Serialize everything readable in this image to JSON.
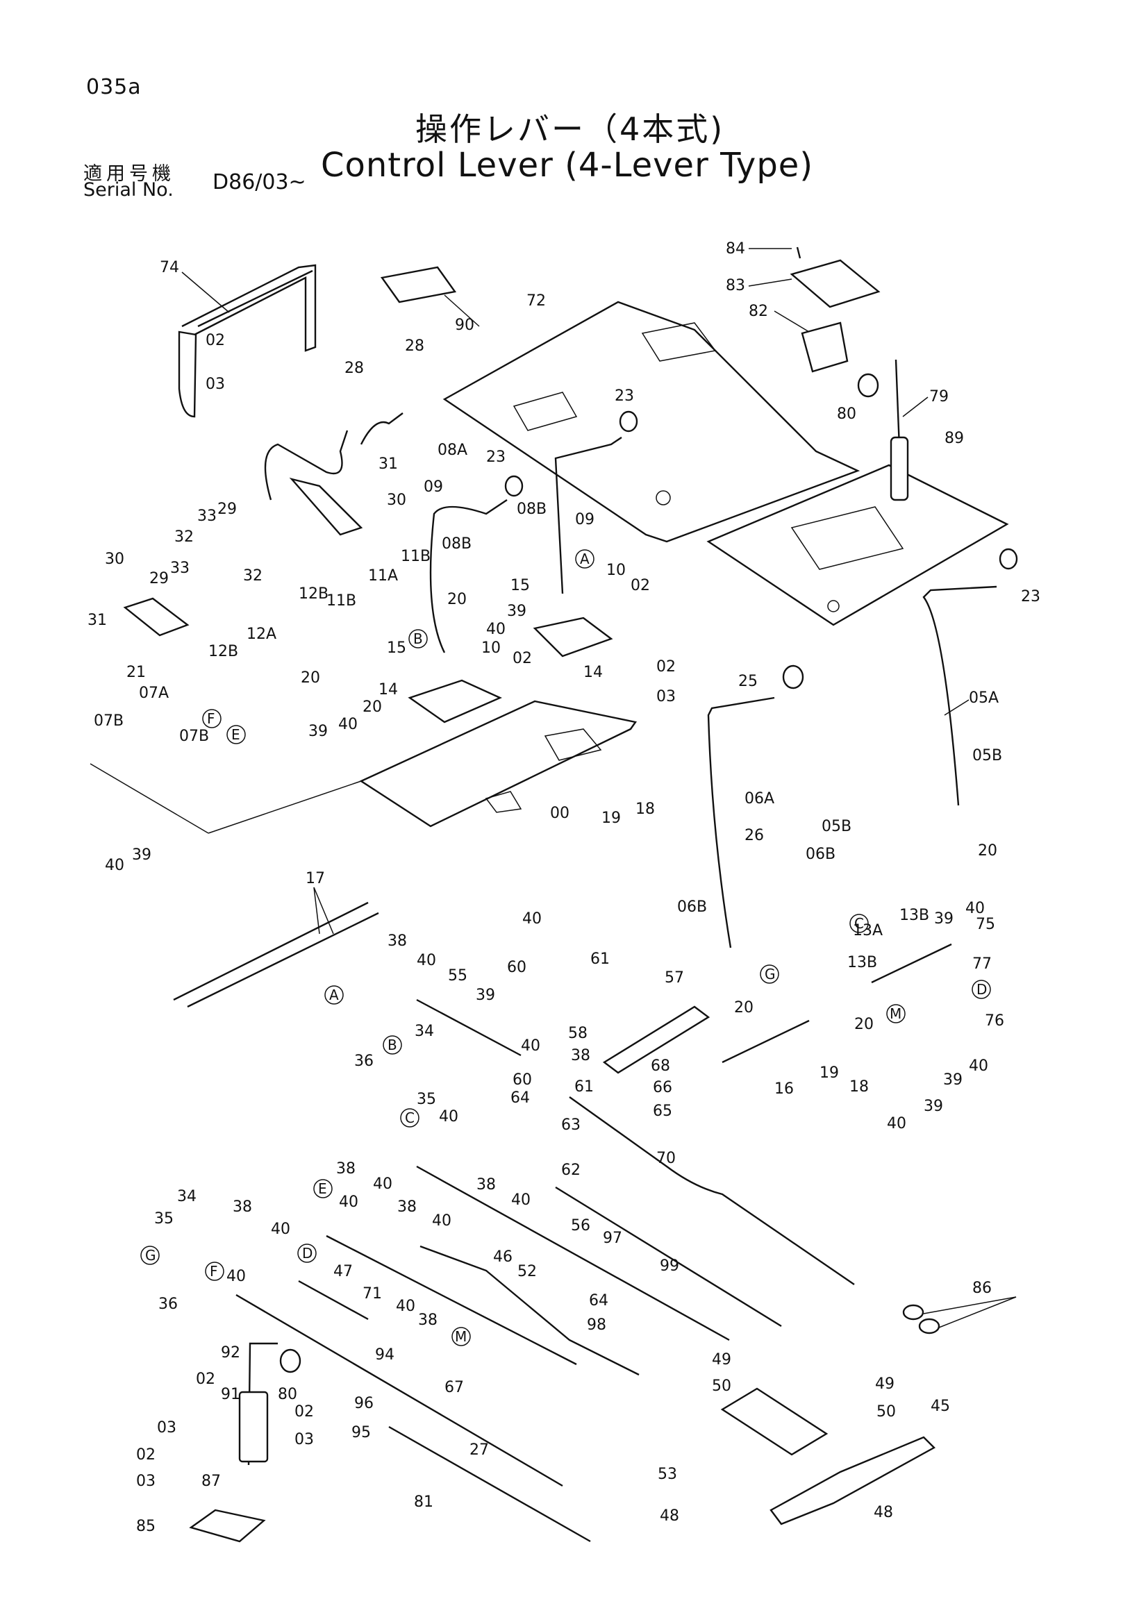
{
  "header": {
    "page_number": "035a",
    "title_jp": "操作レバー（4本式)",
    "title_en": "Control Lever (4-Lever Type)",
    "serial_label_jp": "適用号機",
    "serial_label_en": "Serial No.",
    "serial_value": "D86/03~"
  },
  "callouts": [
    {
      "id": "c74",
      "label": "74"
    },
    {
      "id": "c02a",
      "label": "02"
    },
    {
      "id": "c03a",
      "label": "03"
    },
    {
      "id": "c90",
      "label": "90"
    },
    {
      "id": "c72",
      "label": "72"
    },
    {
      "id": "c84",
      "label": "84"
    },
    {
      "id": "c83",
      "label": "83"
    },
    {
      "id": "c82",
      "label": "82"
    },
    {
      "id": "c79",
      "label": "79"
    },
    {
      "id": "c80a",
      "label": "80"
    },
    {
      "id": "c28a",
      "label": "28"
    },
    {
      "id": "c28b",
      "label": "28"
    },
    {
      "id": "c23a",
      "label": "23"
    },
    {
      "id": "c08A",
      "label": "08A"
    },
    {
      "id": "c23b",
      "label": "23"
    },
    {
      "id": "c89",
      "label": "89"
    },
    {
      "id": "c31a",
      "label": "31"
    },
    {
      "id": "c30a",
      "label": "30"
    },
    {
      "id": "c09a",
      "label": "09"
    },
    {
      "id": "c08Ba",
      "label": "08B"
    },
    {
      "id": "c09b",
      "label": "09"
    },
    {
      "id": "c33a",
      "label": "33"
    },
    {
      "id": "c29a",
      "label": "29"
    },
    {
      "id": "c32a",
      "label": "32"
    },
    {
      "id": "c11B",
      "label": "11B"
    },
    {
      "id": "c08Bb",
      "label": "08B"
    },
    {
      "id": "c30b",
      "label": "30"
    },
    {
      "id": "c10a",
      "label": "10"
    },
    {
      "id": "c02b",
      "label": "02"
    },
    {
      "id": "c23c",
      "label": "23"
    },
    {
      "id": "c29b",
      "label": "29"
    },
    {
      "id": "c33b",
      "label": "33"
    },
    {
      "id": "c32b",
      "label": "32"
    },
    {
      "id": "c11A",
      "label": "11A"
    },
    {
      "id": "c20a",
      "label": "20"
    },
    {
      "id": "c39a",
      "label": "39"
    },
    {
      "id": "c15a",
      "label": "15"
    },
    {
      "id": "c12B",
      "label": "12B"
    },
    {
      "id": "c11Bb",
      "label": "11B"
    },
    {
      "id": "c40a",
      "label": "40"
    },
    {
      "id": "c31b",
      "label": "31"
    },
    {
      "id": "c12A",
      "label": "12A"
    },
    {
      "id": "c12Bb",
      "label": "12B"
    },
    {
      "id": "c15b",
      "label": "15"
    },
    {
      "id": "c10b",
      "label": "10"
    },
    {
      "id": "c02c",
      "label": "02"
    },
    {
      "id": "c14a",
      "label": "14"
    },
    {
      "id": "c02d",
      "label": "02"
    },
    {
      "id": "c21",
      "label": "21"
    },
    {
      "id": "c20b",
      "label": "20"
    },
    {
      "id": "c03b",
      "label": "03"
    },
    {
      "id": "c25",
      "label": "25"
    },
    {
      "id": "c05A",
      "label": "05A"
    },
    {
      "id": "c07A",
      "label": "07A"
    },
    {
      "id": "c14b",
      "label": "14"
    },
    {
      "id": "c20c",
      "label": "20"
    },
    {
      "id": "c39b",
      "label": "39"
    },
    {
      "id": "c40b",
      "label": "40"
    },
    {
      "id": "c07Ba",
      "label": "07B"
    },
    {
      "id": "c07Bb",
      "label": "07B"
    },
    {
      "id": "c19a",
      "label": "19"
    },
    {
      "id": "c18a",
      "label": "18"
    },
    {
      "id": "c05B",
      "label": "05B"
    },
    {
      "id": "c06A",
      "label": "06A"
    },
    {
      "id": "c00",
      "label": "00"
    },
    {
      "id": "c40c",
      "label": "40"
    },
    {
      "id": "c39c",
      "label": "39"
    },
    {
      "id": "c20d",
      "label": "20"
    },
    {
      "id": "c26",
      "label": "26"
    },
    {
      "id": "c05Bb",
      "label": "05B"
    },
    {
      "id": "c06Ba",
      "label": "06B"
    },
    {
      "id": "c17",
      "label": "17"
    },
    {
      "id": "c40d",
      "label": "40"
    },
    {
      "id": "c39d",
      "label": "39"
    },
    {
      "id": "c06Bb",
      "label": "06B"
    },
    {
      "id": "c13B",
      "label": "13B"
    },
    {
      "id": "c75",
      "label": "75"
    },
    {
      "id": "c13A",
      "label": "13A"
    },
    {
      "id": "c38a",
      "label": "38"
    },
    {
      "id": "c40e",
      "label": "40"
    },
    {
      "id": "c40f",
      "label": "40"
    },
    {
      "id": "c60a",
      "label": "60"
    },
    {
      "id": "c61a",
      "label": "61"
    },
    {
      "id": "c57",
      "label": "57"
    },
    {
      "id": "c77",
      "label": "77"
    },
    {
      "id": "c55",
      "label": "55"
    },
    {
      "id": "c39e",
      "label": "39"
    },
    {
      "id": "c13Bb",
      "label": "13B"
    },
    {
      "id": "c20e",
      "label": "20"
    },
    {
      "id": "c58",
      "label": "58"
    },
    {
      "id": "c20f",
      "label": "20"
    },
    {
      "id": "c76",
      "label": "76"
    },
    {
      "id": "c34a",
      "label": "34"
    },
    {
      "id": "c40g",
      "label": "40"
    },
    {
      "id": "c38b",
      "label": "38"
    },
    {
      "id": "c68",
      "label": "68"
    },
    {
      "id": "c16",
      "label": "16"
    },
    {
      "id": "c19b",
      "label": "19"
    },
    {
      "id": "c18b",
      "label": "18"
    },
    {
      "id": "c39f",
      "label": "39"
    },
    {
      "id": "c40h",
      "label": "40"
    },
    {
      "id": "c36a",
      "label": "36"
    },
    {
      "id": "c60b",
      "label": "60"
    },
    {
      "id": "c66",
      "label": "66"
    },
    {
      "id": "c35a",
      "label": "35"
    },
    {
      "id": "c61b",
      "label": "61"
    },
    {
      "id": "c64a",
      "label": "64"
    },
    {
      "id": "c63",
      "label": "63"
    },
    {
      "id": "c65",
      "label": "65"
    },
    {
      "id": "c40i",
      "label": "40"
    },
    {
      "id": "c39g",
      "label": "39"
    },
    {
      "id": "c40j",
      "label": "40"
    },
    {
      "id": "c38c",
      "label": "38"
    },
    {
      "id": "c62",
      "label": "62"
    },
    {
      "id": "c70",
      "label": "70"
    },
    {
      "id": "c40k",
      "label": "40"
    },
    {
      "id": "c38d",
      "label": "38"
    },
    {
      "id": "c40l",
      "label": "40"
    },
    {
      "id": "c34b",
      "label": "34"
    },
    {
      "id": "c38e",
      "label": "38"
    },
    {
      "id": "c40m",
      "label": "40"
    },
    {
      "id": "c38f",
      "label": "38"
    },
    {
      "id": "c40n",
      "label": "40"
    },
    {
      "id": "c56",
      "label": "56"
    },
    {
      "id": "c35b",
      "label": "35"
    },
    {
      "id": "c40o",
      "label": "40"
    },
    {
      "id": "c97",
      "label": "97"
    },
    {
      "id": "c46",
      "label": "46"
    },
    {
      "id": "c99",
      "label": "99"
    },
    {
      "id": "c86",
      "label": "86"
    },
    {
      "id": "c40p",
      "label": "40"
    },
    {
      "id": "c52",
      "label": "52"
    },
    {
      "id": "c36b",
      "label": "36"
    },
    {
      "id": "c47",
      "label": "47"
    },
    {
      "id": "c64b",
      "label": "64"
    },
    {
      "id": "c71",
      "label": "71"
    },
    {
      "id": "c98",
      "label": "98"
    },
    {
      "id": "c40q",
      "label": "40"
    },
    {
      "id": "c38g",
      "label": "38"
    },
    {
      "id": "c92",
      "label": "92"
    },
    {
      "id": "c94",
      "label": "94"
    },
    {
      "id": "c49a",
      "label": "49"
    },
    {
      "id": "c02e",
      "label": "02"
    },
    {
      "id": "c80b",
      "label": "80"
    },
    {
      "id": "c50a",
      "label": "50"
    },
    {
      "id": "c49b",
      "label": "49"
    },
    {
      "id": "c91",
      "label": "91"
    },
    {
      "id": "c67",
      "label": "67"
    },
    {
      "id": "c96",
      "label": "96"
    },
    {
      "id": "c50b",
      "label": "50"
    },
    {
      "id": "c45",
      "label": "45"
    },
    {
      "id": "c02f",
      "label": "02"
    },
    {
      "id": "c03c",
      "label": "03"
    },
    {
      "id": "c95",
      "label": "95"
    },
    {
      "id": "c03d",
      "label": "03"
    },
    {
      "id": "c02g",
      "label": "02"
    },
    {
      "id": "c27",
      "label": "27"
    },
    {
      "id": "c53",
      "label": "53"
    },
    {
      "id": "c03e",
      "label": "03"
    },
    {
      "id": "c87",
      "label": "87"
    },
    {
      "id": "c81",
      "label": "81"
    },
    {
      "id": "c48a",
      "label": "48"
    },
    {
      "id": "c48b",
      "label": "48"
    },
    {
      "id": "c85",
      "label": "85"
    }
  ],
  "reference_marks": [
    {
      "id": "rA1",
      "label": "A"
    },
    {
      "id": "rF1",
      "label": "F"
    },
    {
      "id": "rE1",
      "label": "E"
    },
    {
      "id": "rB1",
      "label": "B"
    },
    {
      "id": "rG1",
      "label": "G"
    },
    {
      "id": "rC1",
      "label": "C"
    },
    {
      "id": "rD1",
      "label": "D"
    },
    {
      "id": "rM1",
      "label": "M"
    },
    {
      "id": "rA2",
      "label": "A"
    },
    {
      "id": "rB2",
      "label": "B"
    },
    {
      "id": "rC2",
      "label": "C"
    },
    {
      "id": "rE2",
      "label": "E"
    },
    {
      "id": "rD2",
      "label": "D"
    },
    {
      "id": "rG2",
      "label": "G"
    },
    {
      "id": "rF2",
      "label": "F"
    },
    {
      "id": "rM2",
      "label": "M"
    }
  ]
}
